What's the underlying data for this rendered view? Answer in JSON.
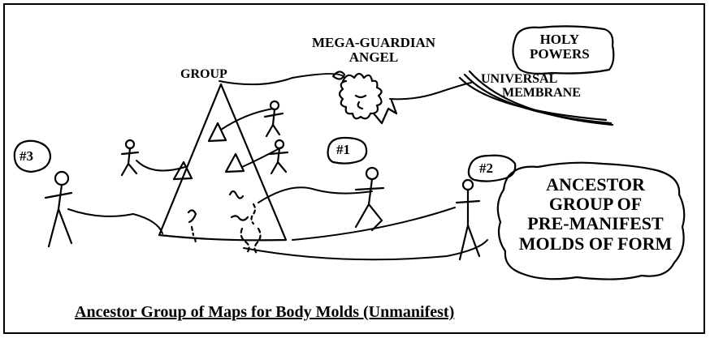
{
  "labels": {
    "group": "GROUP",
    "mega_guardian_line1": "MEGA-GUARDIAN",
    "mega_guardian_line2": "ANGEL",
    "holy_powers_line1": "HOLY",
    "holy_powers_line2": "POWERS",
    "universal_membrane_line1": "UNIVERSAL",
    "universal_membrane_line2": "MEMBRANE",
    "figure_1": "#1",
    "figure_2": "#2",
    "figure_3": "#3",
    "ancestor_line1": "ANCESTOR",
    "ancestor_line2": "GROUP OF",
    "ancestor_line3": "PRE-MANIFEST",
    "ancestor_line4": "MOLDS OF FORM"
  },
  "caption": "Ancestor Group of Maps for Body Molds (Unmanifest)"
}
